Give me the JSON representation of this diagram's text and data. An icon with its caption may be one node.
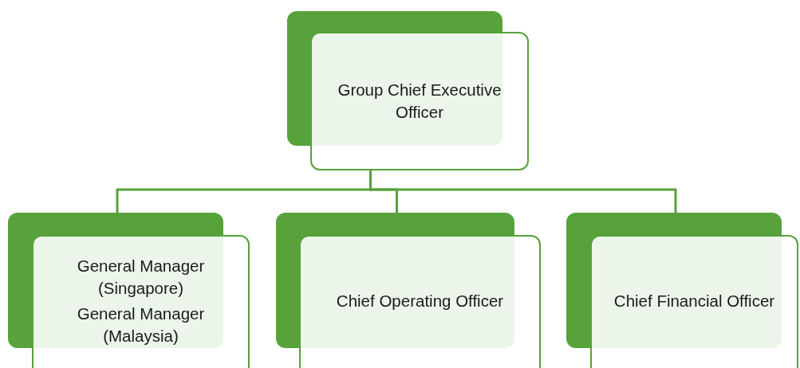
{
  "diagram": {
    "nodes": [
      {
        "text": [
          "Group Chief Executive Officer"
        ]
      },
      {
        "text": [
          "General Manager (Singapore)",
          "General Manager (Malaysia)"
        ]
      },
      {
        "text": [
          "Chief Operating Officer"
        ]
      },
      {
        "text": [
          "Chief Financial Officer"
        ]
      }
    ],
    "edges": [
      {
        "from": 0,
        "to": 1,
        "arrow": "none"
      },
      {
        "from": 0,
        "to": 2,
        "arrow": "none"
      },
      {
        "from": 0,
        "to": 3,
        "arrow": "none"
      }
    ]
  }
}
